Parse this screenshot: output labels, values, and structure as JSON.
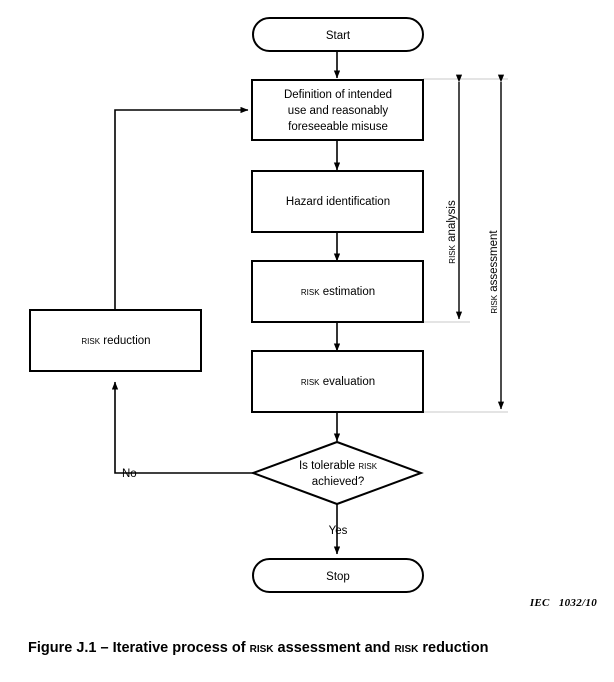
{
  "figure": {
    "caption_prefix": "Figure J.1 – Iterative process of ",
    "caption_term_1": "risk",
    "caption_mid": " assessment and ",
    "caption_term_2": "risk",
    "caption_suffix": " reduction",
    "attribution": "IEC   1032/10"
  },
  "nodes": {
    "start": {
      "label": "Start",
      "type": "terminator"
    },
    "definition": {
      "line1": "Definition of intended",
      "line2": "use and reasonably",
      "line3": "foreseeable misuse",
      "type": "process"
    },
    "hazard_identification": {
      "label": "Hazard identification",
      "type": "process"
    },
    "risk_estimation": {
      "term": "risk",
      "rest": " estimation",
      "type": "process"
    },
    "risk_evaluation": {
      "term": "risk",
      "rest": " evaluation",
      "type": "process"
    },
    "risk_reduction": {
      "term": "risk",
      "rest": " reduction",
      "type": "process"
    },
    "decision": {
      "line1_prefix": "Is tolerable ",
      "line1_term": "risk",
      "line2": "achieved?",
      "type": "decision"
    },
    "stop": {
      "label": "Stop",
      "type": "terminator"
    }
  },
  "edges": {
    "no_label": "No",
    "yes_label": "Yes"
  },
  "brackets": {
    "risk_analysis": {
      "term": "risk",
      "rest": " analysis"
    },
    "risk_assessment": {
      "term": "risk",
      "rest": " assessment"
    }
  },
  "colors": {
    "stroke": "#000000",
    "fill": "#ffffff",
    "guide": "#c8c8c8"
  }
}
